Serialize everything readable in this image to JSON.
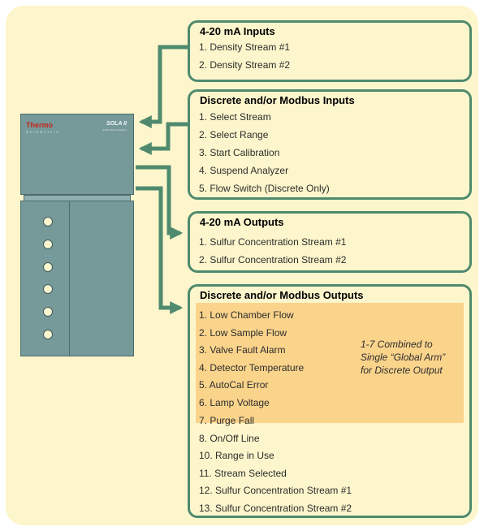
{
  "analyzer": {
    "brand": "Thermo",
    "brand_sub": "SCIENTIFIC",
    "model": "SOLA II",
    "model_sub": "Sulfur Online Analyzer"
  },
  "boxes": {
    "analog_inputs": {
      "title": "4-20 mA Inputs",
      "items": [
        "1.    Density Stream #1",
        "2.    Density Stream #2"
      ]
    },
    "discrete_inputs": {
      "title": "Discrete and/or Modbus Inputs",
      "items": [
        "1.    Select Stream",
        "2.    Select Range",
        "3.    Start Calibration",
        "4.    Suspend Analyzer",
        "5.    Flow Switch (Discrete Only)"
      ]
    },
    "analog_outputs": {
      "title": "4-20 mA Outputs",
      "items": [
        "1.    Sulfur Concentration Stream #1",
        "2.    Sulfur Concentration Stream #2"
      ]
    },
    "discrete_outputs": {
      "title": "Discrete and/or Modbus Outputs",
      "items": [
        "1.    Low Chamber Flow",
        "2.    Low Sample Flow",
        "3.    Valve Fault Alarm",
        "4.    Detector Temperature",
        "5.    AutoCal Error",
        "6.    Lamp Voltage",
        "7.    Purge Fall",
        "8.    On/Off Line",
        "10.  Range in Use",
        "11.  Stream Selected",
        "12.  Sulfur Concentration Stream #1",
        "13.  Sulfur Concentration Stream #2"
      ],
      "note": "1-7 Combined to Single “Global Arm” for Discrete Output"
    }
  },
  "colors": {
    "panel": "#fdf6cc",
    "connector": "#4f8a6e",
    "analyzer_body": "#76999a",
    "highlight": "#fbd48c"
  }
}
